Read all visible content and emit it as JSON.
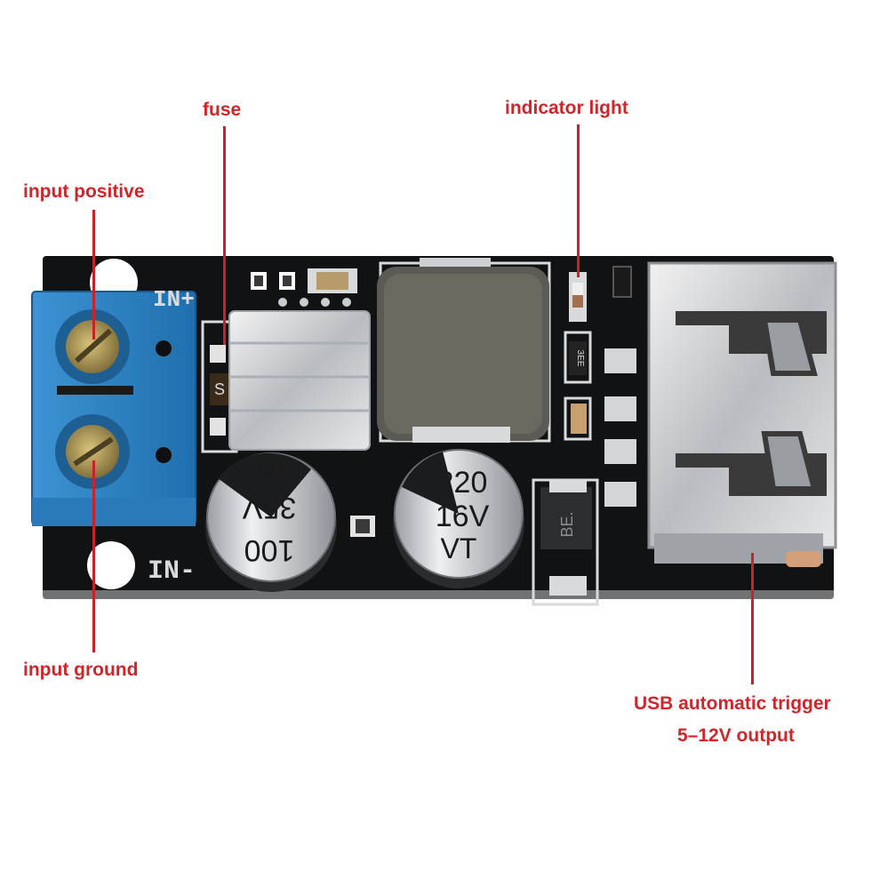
{
  "callouts": {
    "fuse": "fuse",
    "indicator_light": "indicator light",
    "input_positive": "input positive",
    "input_ground": "input ground",
    "usb_line1": "USB automatic trigger",
    "usb_line2": "5–12V output"
  },
  "silkscreen": {
    "in_plus": "IN+",
    "in_minus": "IN-"
  },
  "component_markings": {
    "cap_left": [
      "100",
      "35V",
      "VT"
    ],
    "cap_right": [
      "220",
      "16V",
      "VT"
    ],
    "diode": "BE.",
    "fuse_letter": "S",
    "resistor_code": "3EE"
  },
  "colors": {
    "callout_text": "#d0262a",
    "pcb": "#111214",
    "terminal_block": "#2f86c7"
  }
}
